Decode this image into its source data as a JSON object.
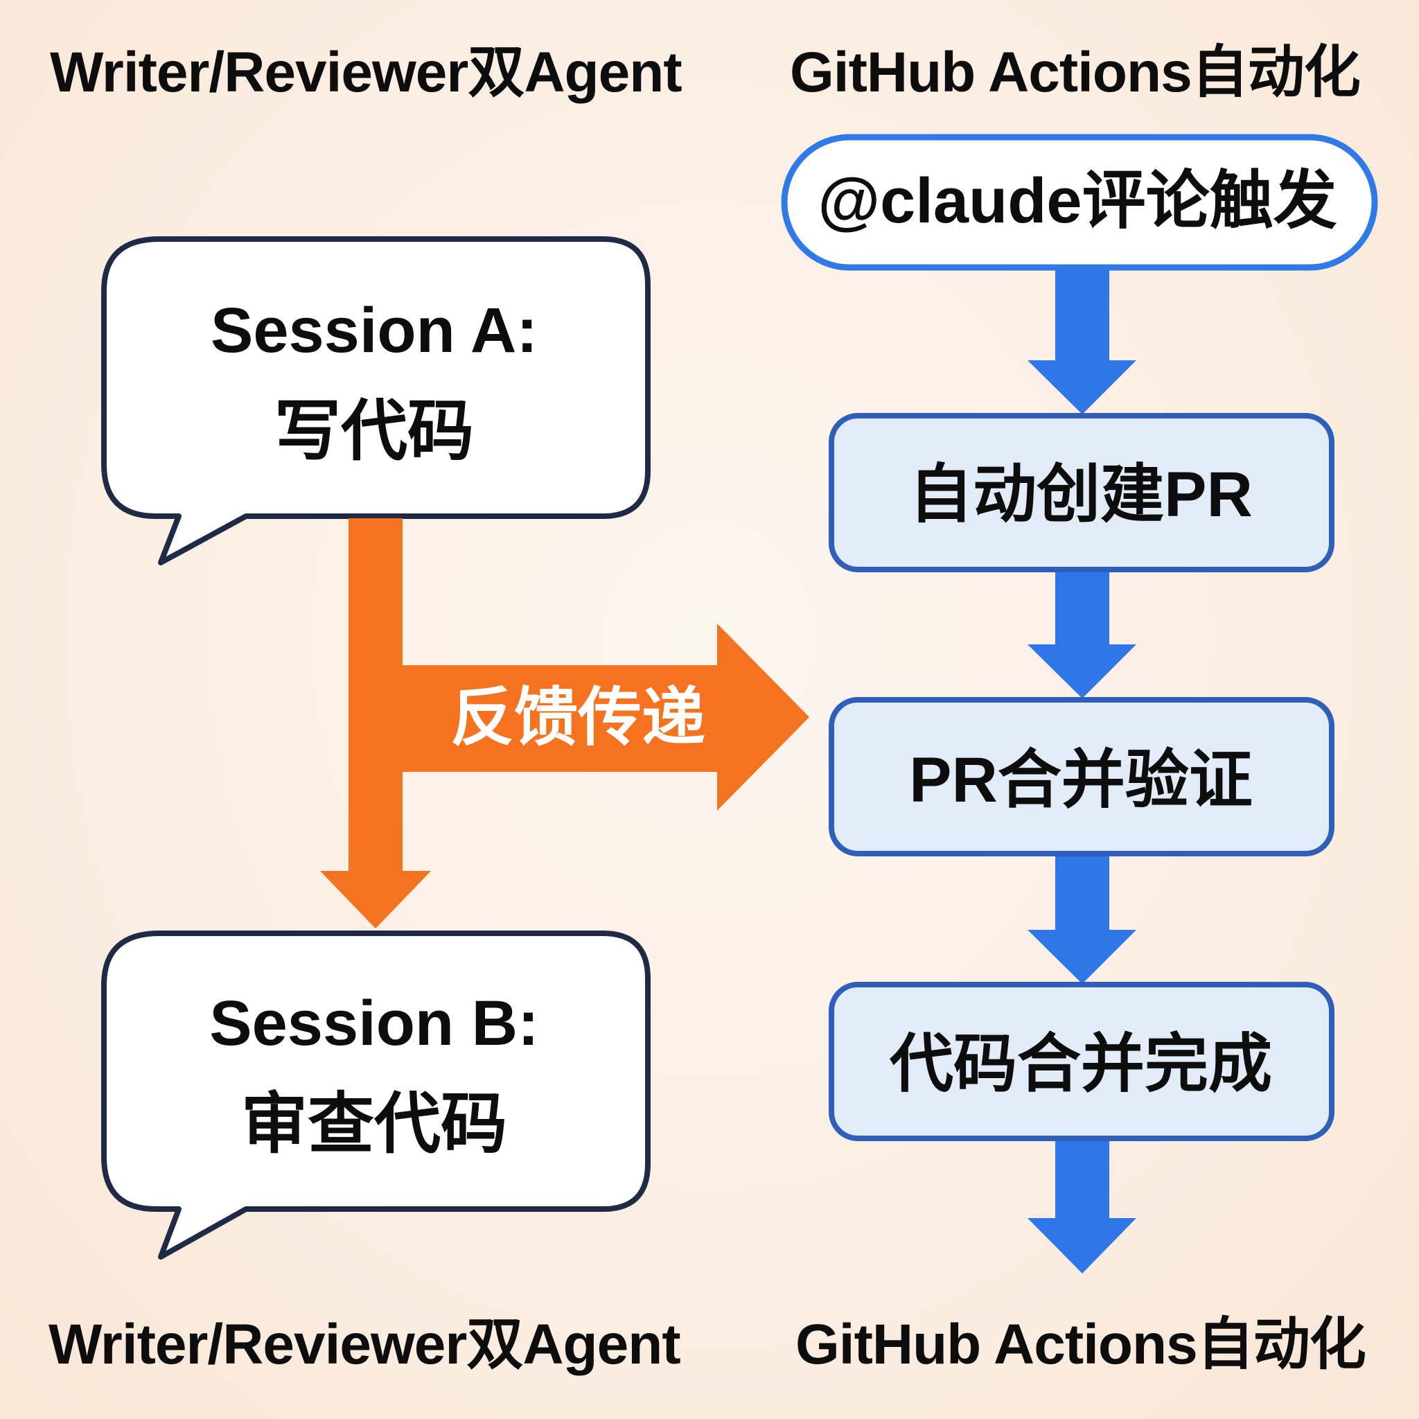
{
  "headings": {
    "left_top": "Writer/Reviewer双Agent",
    "right_top": "GitHub Actions自动化",
    "left_bottom": "Writer/Reviewer双Agent",
    "right_bottom": "GitHub Actions自动化"
  },
  "writer_reviewer": {
    "session_a": {
      "title": "Session A:",
      "task": "写代码"
    },
    "session_b": {
      "title": "Session B:",
      "task": "审查代码"
    },
    "feedback_label": "反馈传递"
  },
  "github_actions": {
    "trigger": "@claude评论触发",
    "steps": [
      {
        "label": "自动创建PR"
      },
      {
        "label": "PR合并验证"
      },
      {
        "label": "代码合并完成"
      }
    ]
  },
  "colors": {
    "orange_arrow": "#f5731f",
    "blue_arrow": "#2f76e8",
    "blue_border": "#2f5fb8",
    "trigger_border": "#2f7ae8",
    "step_fill": "#e2ecf8",
    "bubble_border": "#1f2b45",
    "bubble_fill": "#ffffff"
  }
}
